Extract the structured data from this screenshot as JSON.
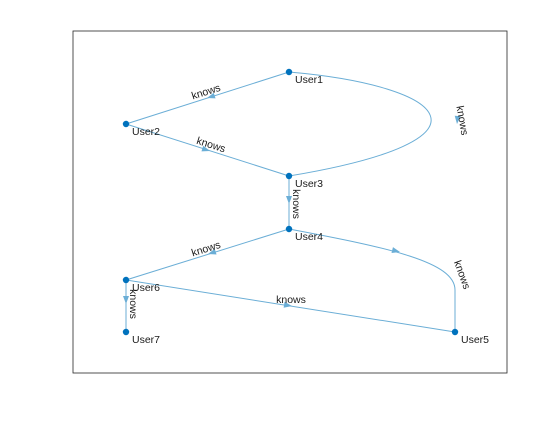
{
  "graph": {
    "edge_color": "#6baed6",
    "node_color": "#0072bd",
    "nodes": [
      {
        "id": "User1",
        "label": "User1"
      },
      {
        "id": "User2",
        "label": "User2"
      },
      {
        "id": "User3",
        "label": "User3"
      },
      {
        "id": "User4",
        "label": "User4"
      },
      {
        "id": "User5",
        "label": "User5"
      },
      {
        "id": "User6",
        "label": "User6"
      },
      {
        "id": "User7",
        "label": "User7"
      }
    ],
    "edges": [
      {
        "from": "User1",
        "to": "User2",
        "label": "knows"
      },
      {
        "from": "User1",
        "to": "User3",
        "label": "knows"
      },
      {
        "from": "User2",
        "to": "User3",
        "label": "knows"
      },
      {
        "from": "User3",
        "to": "User4",
        "label": "knows"
      },
      {
        "from": "User4",
        "to": "User6",
        "label": "knows"
      },
      {
        "from": "User4",
        "to": "User5",
        "label": "knows"
      },
      {
        "from": "User6",
        "to": "User5",
        "label": "knows"
      },
      {
        "from": "User6",
        "to": "User7",
        "label": "knows"
      }
    ]
  }
}
